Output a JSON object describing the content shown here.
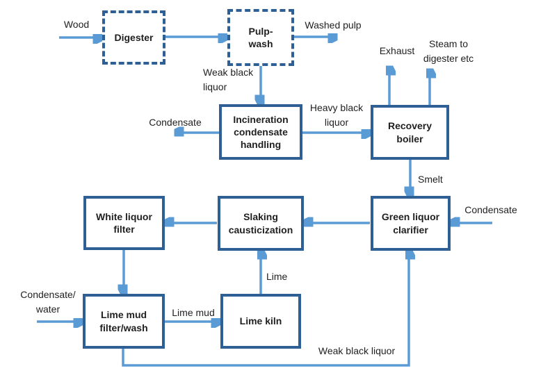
{
  "colors": {
    "box_border": "#2e6095",
    "arrow": "#5b9bd5",
    "text": "#1f1f1f"
  },
  "boxes": {
    "digester": "Digester",
    "pulp_wash": "Pulp-\nwash",
    "incineration": "Incineration\ncondensate\nhandling",
    "recovery_boiler": "Recovery\nboiler",
    "green_liquor_clarifier": "Green liquor\nclarifier",
    "slaking_causticization": "Slaking\ncausticization",
    "white_liquor_filter": "White liquor\nfilter",
    "lime_mud_filter_wash": "Lime mud\nfilter/wash",
    "lime_kiln": "Lime kiln"
  },
  "flows": {
    "wood": "Wood",
    "washed_pulp": "Washed pulp",
    "weak_black_liquor_top": "Weak black\nliquor",
    "exhaust": "Exhaust",
    "steam_to_digester": "Steam to\ndigester etc",
    "condensate_left": "Condensate",
    "heavy_black_liquor": "Heavy black\nliquor",
    "smelt": "Smelt",
    "condensate_right": "Condensate",
    "condensate_water": "Condensate/\nwater",
    "lime_mud": "Lime mud",
    "lime": "Lime",
    "weak_black_liquor_bottom": "Weak black liquor"
  }
}
